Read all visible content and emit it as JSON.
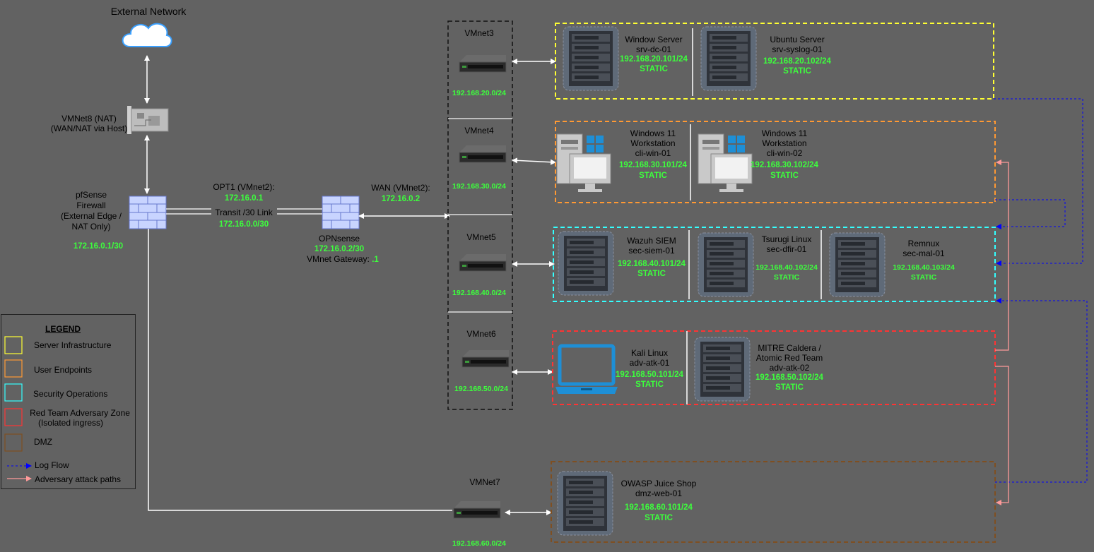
{
  "colors": {
    "background": "#626262",
    "server": "#ffff33",
    "endpoints": "#ff9933",
    "secops": "#33ffff",
    "redteam": "#ff3333",
    "dmz": "#7f4f21",
    "ip": "#3dff3d",
    "log_flow": "#0000ff",
    "attack_path": "#ff9a9a"
  },
  "external": {
    "label": "External Network"
  },
  "vmnet8": {
    "line1": "VMNet8 (NAT)",
    "line2": "(WAN/NAT via Host)"
  },
  "pfsense": {
    "l1": "pfSense",
    "l2": "Firewall",
    "l3": "(External Edge /",
    "l4": "NAT Only)",
    "ip": "172.16.0.1/30"
  },
  "transit": {
    "opt1": "OPT1 (VMnet2):",
    "opt1_ip": "172.16.0.1",
    "link": "Transit /30 Link",
    "link_ip": "172.16.0.0/30"
  },
  "opnsense": {
    "name": "OPNsense",
    "ip": "172.16.0.2/30",
    "gw_label": "VMnet Gateway:",
    "gw_val": ".1",
    "wan": "WAN (VMnet2):",
    "wan_ip": "172.16.0.2"
  },
  "switches": [
    {
      "name": "VMnet3",
      "subnet": "192.168.20.0/24"
    },
    {
      "name": "VMnet4",
      "subnet": "192.168.30.0/24"
    },
    {
      "name": "VMnet5",
      "subnet": "192.168.40.0/24"
    },
    {
      "name": "VMnet6",
      "subnet": "192.168.50.0/24"
    },
    {
      "name": "VMNet7",
      "subnet": "192.168.60.0/24"
    }
  ],
  "hosts": {
    "dc": {
      "l1": "Window Server",
      "l2": "srv-dc-01",
      "ip": "192.168.20.101/24",
      "mode": "STATIC"
    },
    "syslog": {
      "l1": "Ubuntu Server",
      "l2": "srv-syslog-01",
      "ip": "192.168.20.102/24",
      "mode": "STATIC"
    },
    "win1": {
      "l1": "Windows 11",
      "l2": "Workstation",
      "l3": "cli-win-01",
      "ip": "192.168.30.101/24",
      "mode": "STATIC"
    },
    "win2": {
      "l1": "Windows 11",
      "l2": "Workstation",
      "l3": "cli-win-02",
      "ip": "192.168.30.102/24",
      "mode": "STATIC"
    },
    "wazuh": {
      "l1": "Wazuh SIEM",
      "l2": "sec-siem-01",
      "ip": "192.168.40.101/24",
      "mode": "STATIC"
    },
    "tsurugi": {
      "l1": "Tsurugi Linux",
      "l2": "sec-dfir-01",
      "ip": "192.168.40.102/24",
      "mode": "STATIC"
    },
    "remnux": {
      "l1": "Remnux",
      "l2": "sec-mal-01",
      "ip": "192.168.40.103/24",
      "mode": "STATIC"
    },
    "kali": {
      "l1": "Kali Linux",
      "l2": "adv-atk-01",
      "ip": "192.168.50.101/24",
      "mode": "STATIC"
    },
    "caldera": {
      "l1": "MITRE Caldera /",
      "l2": "Atomic Red Team",
      "l3": "adv-atk-02",
      "ip": "192.168.50.102/24",
      "mode": "STATIC"
    },
    "juice": {
      "l1": "OWASP Juice Shop",
      "l2": "dmz-web-01",
      "ip": "192.168.60.101/24",
      "mode": "STATIC"
    }
  },
  "legend": {
    "title": "LEGEND",
    "server": "Server Infrastructure",
    "endpoints": "User Endpoints",
    "secops": "Security Operations",
    "redteam1": "Red Team Adversary Zone",
    "redteam2": "(Isolated ingress)",
    "dmz": "DMZ",
    "logflow": "Log Flow",
    "attack": "Adversary attack paths"
  }
}
